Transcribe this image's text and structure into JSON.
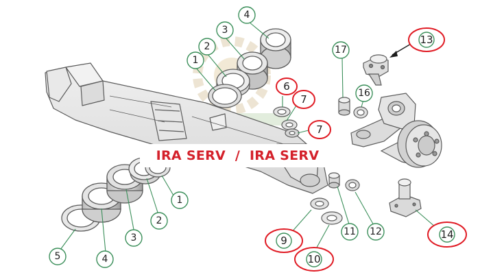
{
  "watermark": {
    "text": "IRA SERV  /  IRA SERV",
    "color": "#d4202a"
  },
  "colors": {
    "part_fill": "#e3e3e3",
    "part_stroke": "#5a5a5a",
    "callout_ring": "#3b8f5a",
    "highlight_ring": "#e01b24"
  },
  "callouts": {
    "c1_top": "1",
    "c2_top": "2",
    "c3_top": "3",
    "c4_top": "4",
    "c6": "6",
    "c7_a": "7",
    "c7_b": "7",
    "c13": "13",
    "c17": "17",
    "c16": "16",
    "c1_bot": "1",
    "c2_bot": "2",
    "c3_bot": "3",
    "c4_bot": "4",
    "c5": "5",
    "c9": "9",
    "c10": "10",
    "c11": "11",
    "c12": "12",
    "c14": "14"
  }
}
